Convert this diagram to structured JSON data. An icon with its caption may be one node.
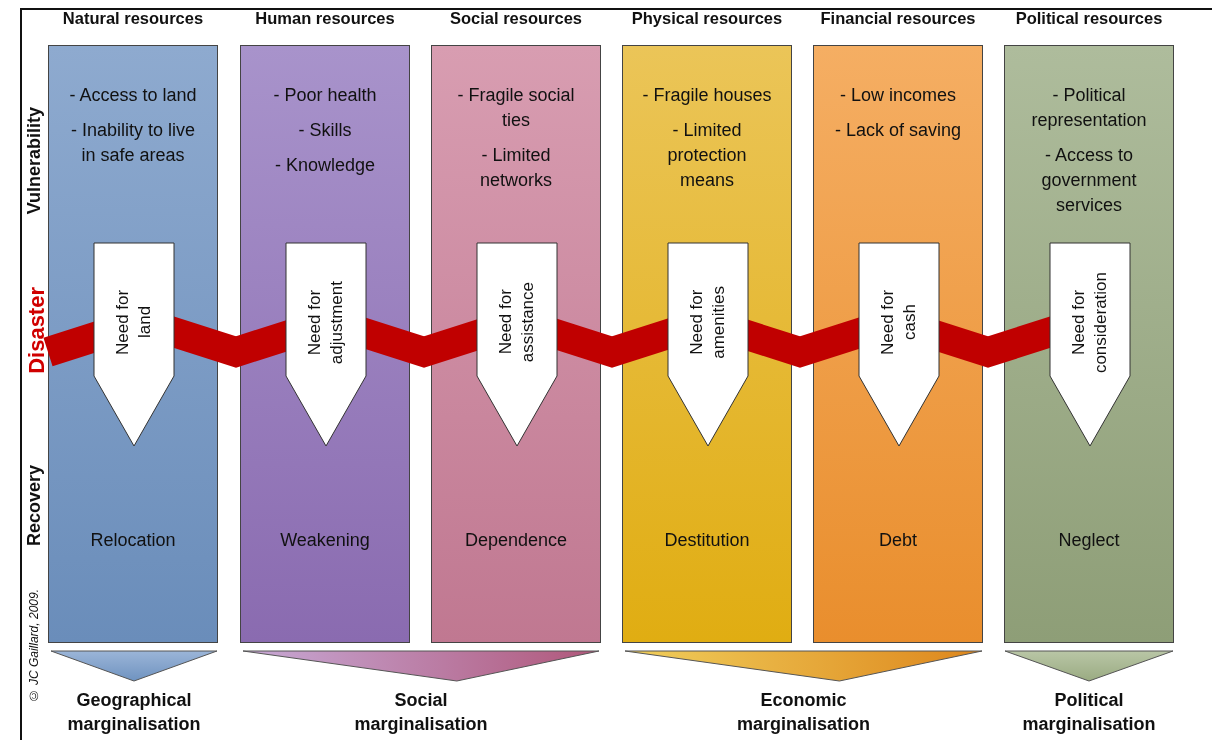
{
  "diagram": {
    "nodes": [
      {
        "text": [
          "Natural resources",
          "- Access to land",
          "- Inability to live in safe areas",
          "Relocation"
        ]
      },
      {
        "text": [
          "Need for land"
        ],
        "in": 0
      },
      {
        "text": [
          "Human resources",
          "- Poor health",
          "- Skills",
          "- Knowledge",
          "Weakening"
        ]
      },
      {
        "text": [
          "Need for adjustment"
        ],
        "in": 2
      },
      {
        "text": [
          "Social resources",
          "- Fragile social ties",
          "- Limited networks",
          "Dependence"
        ]
      },
      {
        "text": [
          "Need for assistance"
        ],
        "in": 4
      },
      {
        "text": [
          "Physical resources",
          "- Fragile houses",
          "- Limited protection means",
          "Destitution"
        ]
      },
      {
        "text": [
          "Need for amenities"
        ],
        "in": 6
      },
      {
        "text": [
          "Financial resources",
          "- Low incomes",
          "- Lack of saving",
          "Debt"
        ]
      },
      {
        "text": [
          "Need for cash"
        ],
        "in": 8
      },
      {
        "text": [
          "Political resources",
          "- Political representation",
          "- Access to government services",
          "Neglect"
        ]
      },
      {
        "text": [
          "Need for consideration"
        ],
        "in": 10
      },
      {
        "text": [
          "Geographical marginalisation"
        ]
      },
      {
        "text": [
          "Social marginalisation"
        ]
      },
      {
        "text": [
          "Economic marginalisation"
        ]
      },
      {
        "text": [
          "Political marginalisation"
        ]
      }
    ],
    "labels": [
      "Vulnerability",
      "Disaster",
      "Recovery",
      "© JC Gaillard, 2009."
    ]
  }
}
